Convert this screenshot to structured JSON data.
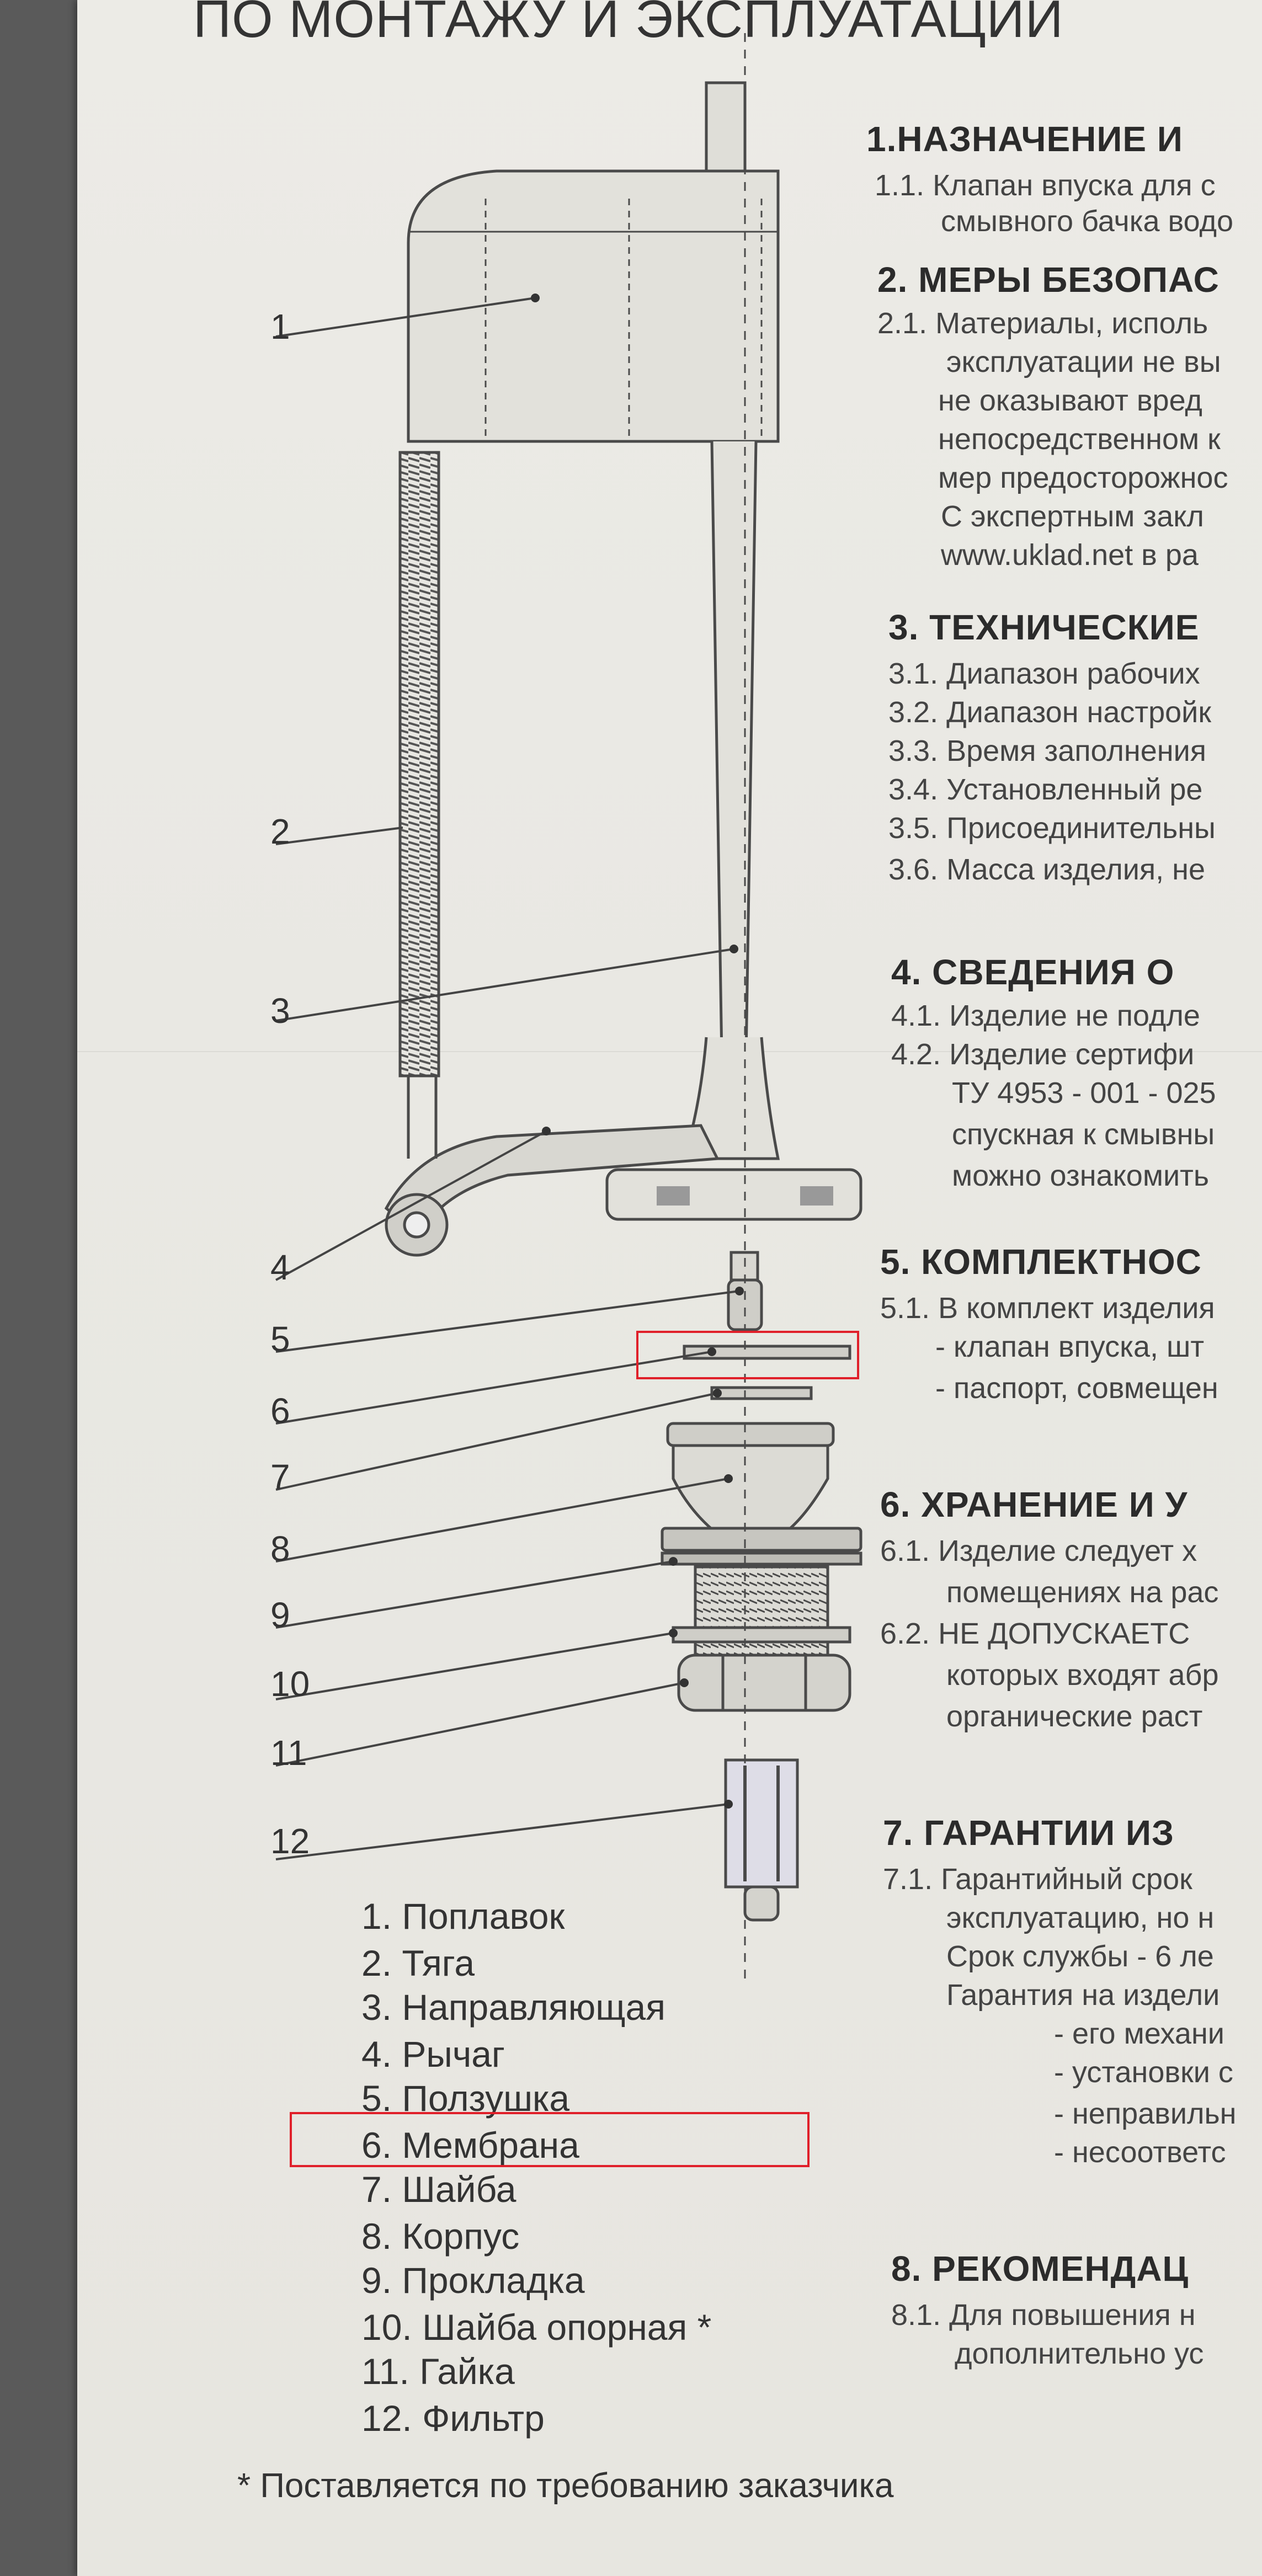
{
  "doc": {
    "title": "ПО МОНТАЖУ И ЭКСПЛУАТАЦИИ"
  },
  "sections": [
    {
      "heading": "1.НАЗНАЧЕНИЕ И",
      "lines": [
        "1.1. Клапан впуска для с",
        "смывного бачка водо"
      ]
    },
    {
      "heading": "2. МЕРЫ БЕЗОПАС",
      "lines": [
        "2.1. Материалы, исполь",
        "эксплуатации не вы",
        "не оказывают вред",
        "непосредственном к",
        "мер предосторожнос",
        "С экспертным закл",
        "www.uklad.net в ра"
      ]
    },
    {
      "heading": "3. ТЕХНИЧЕСКИЕ",
      "lines": [
        "3.1. Диапазон рабочих",
        "3.2. Диапазон настройк",
        "3.3. Время заполнения",
        "3.4. Установленный ре",
        "3.5. Присоединительны",
        "3.6. Масса изделия, не"
      ]
    },
    {
      "heading": "4. СВЕДЕНИЯ О",
      "lines": [
        "4.1. Изделие не подле",
        "4.2. Изделие сертифи",
        "ТУ 4953 - 001 - 025",
        "спускная к смывны",
        "можно ознакомить"
      ]
    },
    {
      "heading": "5. КОМПЛЕКТНОС",
      "lines": [
        "5.1. В комплект изделия",
        "- клапан впуска, шт",
        "- паспорт, совмещен"
      ]
    },
    {
      "heading": "6. ХРАНЕНИЕ И У",
      "lines": [
        "6.1. Изделие следует х",
        "помещениях на рас",
        "6.2. НЕ ДОПУСКАЕТС",
        "которых входят абр",
        "органические раст"
      ]
    },
    {
      "heading": "7. ГАРАНТИИ ИЗ",
      "lines": [
        "7.1. Гарантийный срок",
        "эксплуатацию, но н",
        "Срок службы - 6 ле",
        "Гарантия на издели",
        "- его механи",
        "- установки с",
        "- неправильн",
        "- несоответс"
      ]
    },
    {
      "heading": "8. РЕКОМЕНДАЦ",
      "lines": [
        "8.1. Для повышения н",
        "дополнительно ус"
      ]
    }
  ],
  "callouts": [
    "1",
    "2",
    "3",
    "4",
    "5",
    "6",
    "7",
    "8",
    "9",
    "10",
    "11",
    "12"
  ],
  "legend": [
    "1. Поплавок",
    "2. Тяга",
    "3. Направляющая",
    "4. Рычаг",
    "5. Ползушка",
    "6. Мембрана",
    "7. Шайба",
    "8. Корпус",
    "9. Прокладка",
    "10. Шайба опорная *",
    "11. Гайка",
    "12. Фильтр"
  ],
  "footnote": "* Поставляется по требованию заказчика",
  "colors": {
    "paper": "#ebeae5",
    "ink": "#3d3d3d",
    "highlight": "#e0202a",
    "background": "#5a5a5a"
  }
}
